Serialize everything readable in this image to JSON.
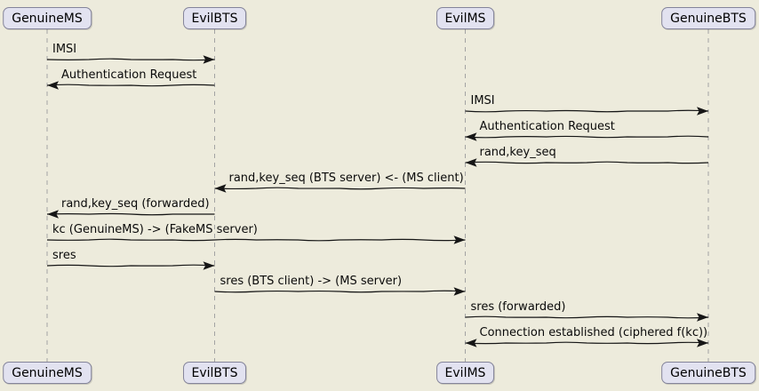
{
  "diagram": {
    "type": "uml-sequence",
    "style": "plantuml-handwritten",
    "colors": {
      "background": "#EDEBDC",
      "participant_fill": "#E2E2F0",
      "participant_border": "#84849A",
      "lifeline": "#A3A3A3",
      "arrow": "#161616",
      "text": "#0a0a0a"
    },
    "participants": [
      {
        "name": "GenuineMS"
      },
      {
        "name": "EvilBTS"
      },
      {
        "name": "EvilMS"
      },
      {
        "name": "GenuineBTS"
      }
    ],
    "messages": [
      {
        "from": "GenuineMS",
        "to": "EvilBTS",
        "label": "IMSI",
        "bidirectional": false
      },
      {
        "from": "EvilBTS",
        "to": "GenuineMS",
        "label": "Authentication Request",
        "bidirectional": false
      },
      {
        "from": "EvilMS",
        "to": "GenuineBTS",
        "label": "IMSI",
        "bidirectional": false
      },
      {
        "from": "GenuineBTS",
        "to": "EvilMS",
        "label": "Authentication Request",
        "bidirectional": false
      },
      {
        "from": "GenuineBTS",
        "to": "EvilMS",
        "label": "rand,key_seq",
        "bidirectional": false
      },
      {
        "from": "EvilMS",
        "to": "EvilBTS",
        "label": "rand,key_seq (BTS server) <- (MS client)",
        "bidirectional": false
      },
      {
        "from": "EvilBTS",
        "to": "GenuineMS",
        "label": "rand,key_seq (forwarded)",
        "bidirectional": false
      },
      {
        "from": "GenuineMS",
        "to": "EvilMS",
        "label": "kc (GenuineMS) -> (FakeMS server)",
        "bidirectional": false
      },
      {
        "from": "GenuineMS",
        "to": "EvilBTS",
        "label": "sres",
        "bidirectional": false
      },
      {
        "from": "EvilBTS",
        "to": "EvilMS",
        "label": "sres (BTS client) -> (MS server)",
        "bidirectional": false
      },
      {
        "from": "EvilMS",
        "to": "GenuineBTS",
        "label": "sres (forwarded)",
        "bidirectional": false
      },
      {
        "from": "EvilMS",
        "to": "GenuineBTS",
        "label": "Connection established (ciphered f(kc))",
        "bidirectional": true
      }
    ]
  }
}
